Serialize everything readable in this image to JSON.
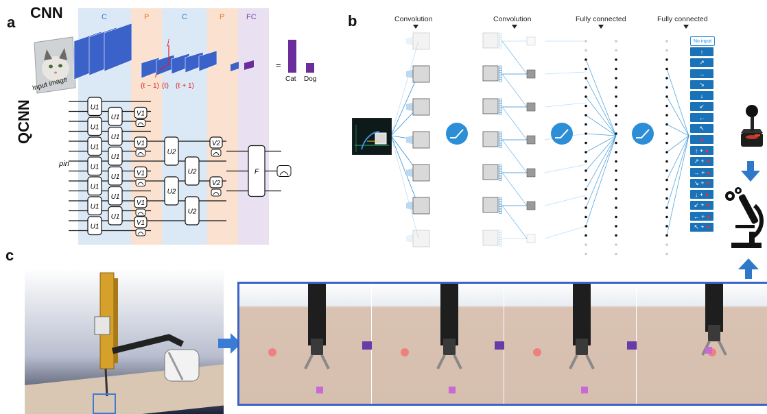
{
  "panel_a": {
    "letter": "a",
    "cnn_title": "CNN",
    "qcnn_title": "QCNN",
    "band_labels": [
      "C",
      "P",
      "C",
      "P",
      "FC"
    ],
    "input_label": "Input image",
    "index_i": "i",
    "index_j": "j",
    "layer_labels": [
      "(ℓ − 1)",
      "(ℓ)",
      "(ℓ + 1)"
    ],
    "equals": "=",
    "output_classes": [
      {
        "label": "Cat",
        "value": 0.85
      },
      {
        "label": "Dog",
        "value": 0.25
      }
    ],
    "rho_in": "ρin",
    "gate_u1": "U1",
    "gate_v1": "V1",
    "gate_u2": "U2",
    "gate_v2": "V2",
    "gate_f": "F"
  },
  "panel_b": {
    "letter": "b",
    "headers": [
      "Convolution",
      "Convolution",
      "Fully connected",
      "Fully connected"
    ],
    "action_top": "No input"
  },
  "panel_c": {
    "letter": "c"
  },
  "colors": {
    "cnn_blue": "#3a62c9",
    "band_blue": "#dbe8f5",
    "band_orange": "#fbe2d0",
    "band_purple": "#e9e1f1",
    "output_purple": "#6b2d9c",
    "nn_blue": "#2c8ed6",
    "arrow_blue": "#3a7bd5",
    "arrow_purple": "#6a3aa8"
  }
}
